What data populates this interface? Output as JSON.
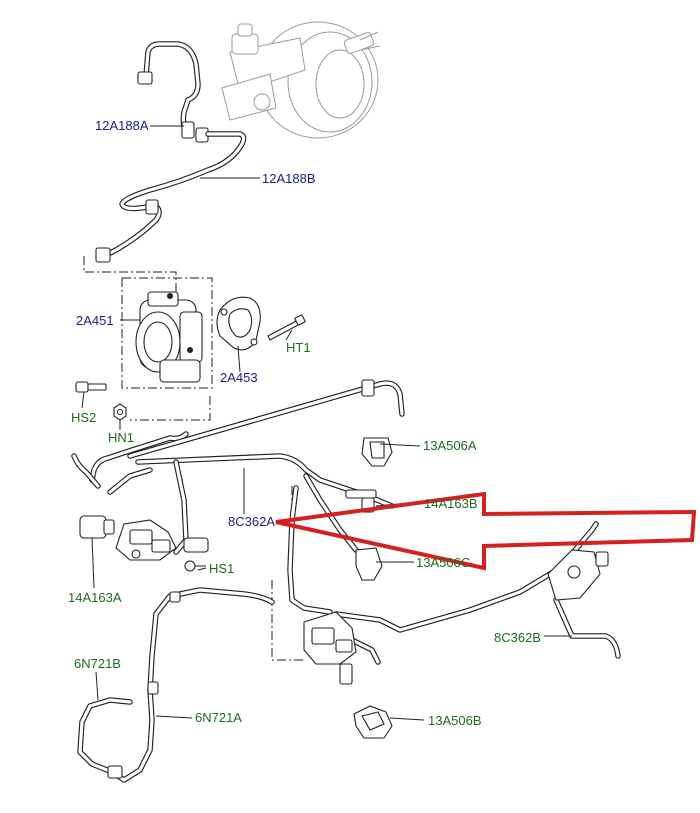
{
  "diagram": {
    "colors": {
      "blue_label": "#1a1a8c",
      "green_label": "#1f6b1f",
      "highlight_arrow": "#d42020",
      "line": "#222222"
    },
    "labels": {
      "12A188A": "12A188A",
      "12A188B": "12A188B",
      "2A451": "2A451",
      "2A453": "2A453",
      "HT1": "HT1",
      "HS2": "HS2",
      "HN1": "HN1",
      "13A506A": "13A506A",
      "14A163B": "14A163B",
      "8C362A": "8C362A",
      "13A506C": "13A506C",
      "HS1": "HS1",
      "14A163A": "14A163A",
      "8C362B": "8C362B",
      "6N721B": "6N721B",
      "6N721A": "6N721A",
      "13A506B": "13A506B"
    }
  }
}
